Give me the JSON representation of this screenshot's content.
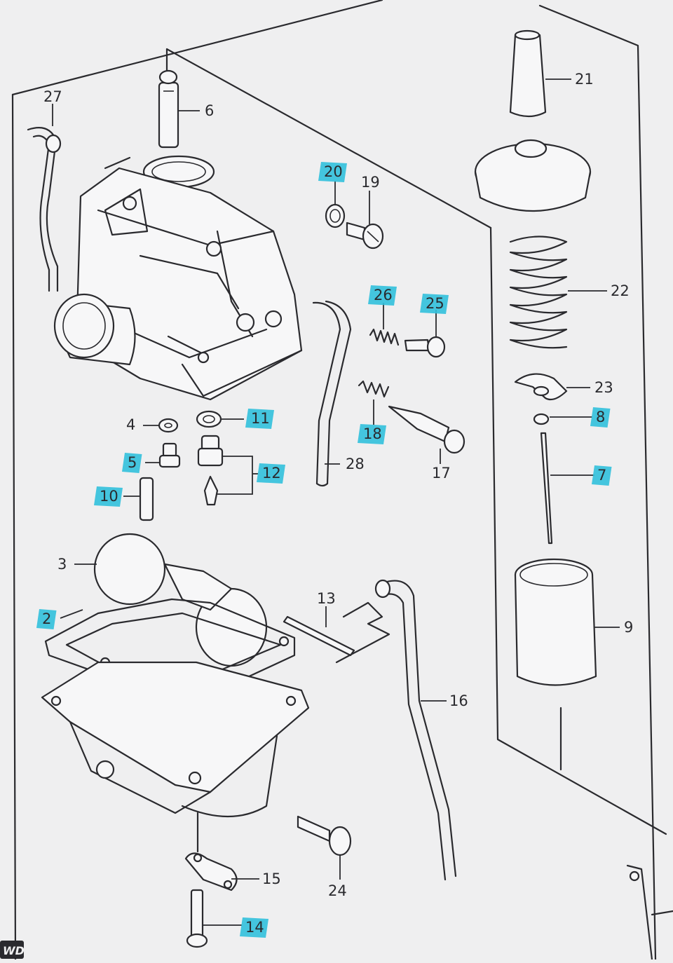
{
  "diagram": {
    "labels": [
      {
        "id": "27",
        "text": "27",
        "highlight": false
      },
      {
        "id": "6",
        "text": "6",
        "highlight": false
      },
      {
        "id": "21",
        "text": "21",
        "highlight": false
      },
      {
        "id": "20",
        "text": "20",
        "highlight": true
      },
      {
        "id": "19",
        "text": "19",
        "highlight": false
      },
      {
        "id": "26",
        "text": "26",
        "highlight": true
      },
      {
        "id": "25",
        "text": "25",
        "highlight": true
      },
      {
        "id": "22",
        "text": "22",
        "highlight": false
      },
      {
        "id": "23",
        "text": "23",
        "highlight": false
      },
      {
        "id": "8",
        "text": "8",
        "highlight": true
      },
      {
        "id": "4",
        "text": "4",
        "highlight": false
      },
      {
        "id": "11",
        "text": "11",
        "highlight": true
      },
      {
        "id": "18",
        "text": "18",
        "highlight": true
      },
      {
        "id": "5",
        "text": "5",
        "highlight": true
      },
      {
        "id": "12",
        "text": "12",
        "highlight": true
      },
      {
        "id": "28",
        "text": "28",
        "highlight": false
      },
      {
        "id": "17",
        "text": "17",
        "highlight": false
      },
      {
        "id": "7",
        "text": "7",
        "highlight": true
      },
      {
        "id": "10",
        "text": "10",
        "highlight": true
      },
      {
        "id": "3",
        "text": "3",
        "highlight": false
      },
      {
        "id": "13",
        "text": "13",
        "highlight": false
      },
      {
        "id": "2",
        "text": "2",
        "highlight": true
      },
      {
        "id": "9",
        "text": "9",
        "highlight": false
      },
      {
        "id": "16",
        "text": "16",
        "highlight": false
      },
      {
        "id": "15",
        "text": "15",
        "highlight": false
      },
      {
        "id": "24",
        "text": "24",
        "highlight": false
      },
      {
        "id": "14",
        "text": "14",
        "highlight": true
      }
    ],
    "corner_badge": "WD",
    "highlight_color": "#31c0dc",
    "line_color": "#2a2a2e"
  }
}
